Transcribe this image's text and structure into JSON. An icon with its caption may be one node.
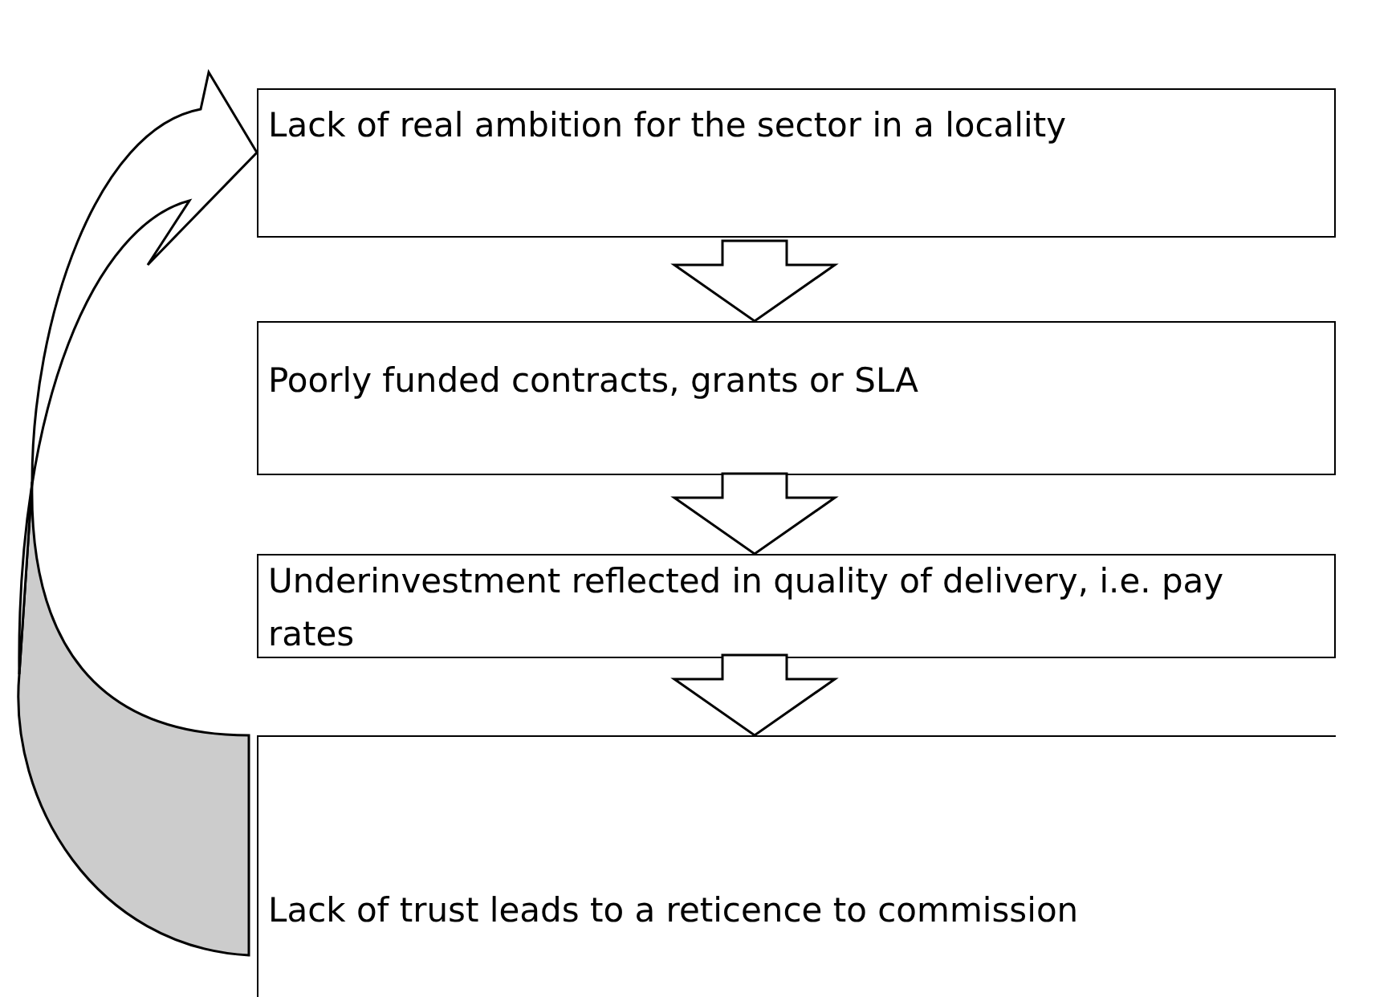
{
  "diagram": {
    "nodes": [
      {
        "text": [
          "Lack of real ambition for the sector in a locality"
        ]
      },
      {
        "text": [
          "Poorly funded contracts, grants or SLA"
        ]
      },
      {
        "text": [
          "Underinvestment reflected in quality of delivery, i.e. pay rates"
        ]
      },
      {
        "text": [
          "Lack of trust leads to a reticence to commission"
        ]
      }
    ],
    "edges": [
      {
        "from": 0,
        "to": 1,
        "arrow": "to"
      },
      {
        "from": 1,
        "to": 2,
        "arrow": "to"
      },
      {
        "from": 2,
        "to": 3,
        "arrow": "to"
      },
      {
        "from": 3,
        "to": 0,
        "arrow": "to"
      }
    ]
  }
}
